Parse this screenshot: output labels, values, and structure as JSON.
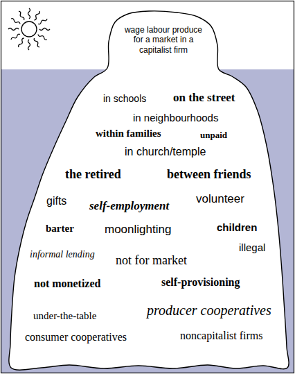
{
  "diagram": {
    "nodes": [
      {
        "text": [
          "wage labour produce for a market in a capitalist firm",
          "in schools",
          "on the street",
          "in neighbourhoods",
          "within families",
          "unpaid",
          "in church/temple",
          "the retired",
          "between friends",
          "gifts",
          "self-employment",
          "volunteer",
          "barter",
          "moonlighting",
          "children",
          "informal lending",
          "not for market",
          "illegal",
          "not monetized",
          "self-provisioning",
          "under-the-table",
          "producer cooperatives",
          "consumer cooperatives",
          "noncapitalist firms"
        ]
      }
    ]
  }
}
